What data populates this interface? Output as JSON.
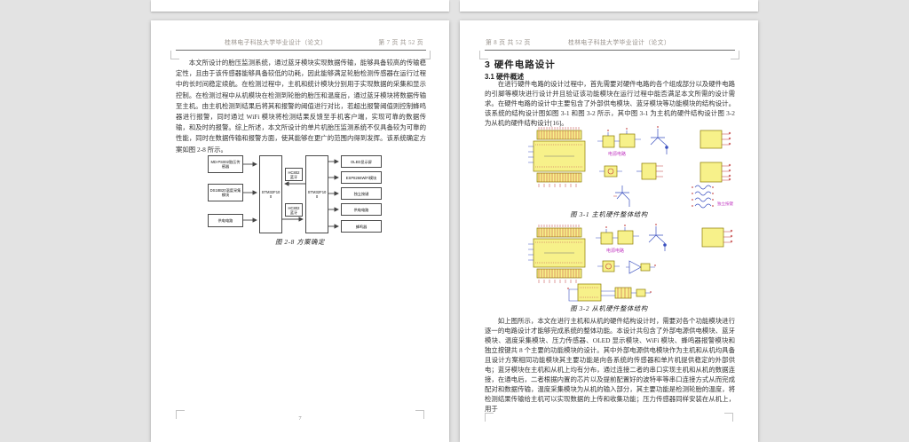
{
  "left_page": {
    "header": {
      "title": "桂林电子科技大学毕业设计（论文）",
      "page_info": "第 7 页  共 52 页"
    },
    "body": "本文所设计的胎压监测系统，通过蓝牙模块实现数据传输，能够具备较高的传输稳定性，且由于该传感器能够具备较低的功耗，因此能够满足轮胎检测传感器在运行过程中的长时间稳定续航。在检测过程中，主机和统计模块分别用于实现数据的采集和显示控制。在检测过程中从机模块在检测到轮胎的胎压和温度后，通过蓝牙模块将数据传输至主机。由主机检测到结果后将其和报警的阈值进行对比，若超出报警阈值则控制蜂鸣器进行报警，同时通过 WiFi 模块将检测结果反馈至手机客户端，实现可靠的数据传输，和及时的报警。综上所述，本文所设计的单片机胎压监测系统不仅具备较为可靠的性能，同时在数据传输和报警方面，使其能够在更广的范围内得到发挥。该系统确定方案如图 2-8 所示。",
    "figure": {
      "caption": "图 2-8  方案确定",
      "inputs": [
        "MD-PS002胎压传感器",
        "DS18B20温度采集模块",
        "供电电路"
      ],
      "mcu_master": "STM32F100",
      "mcu_slave": "STM32F100",
      "bt_top": "HC802蓝牙",
      "bt_bottom": "HC802蓝牙",
      "outputs": [
        "OLED显示屏",
        "ESP8266WiFi模块",
        "独立按键",
        "供电电路",
        "蜂鸣器"
      ]
    },
    "page_number": "7"
  },
  "right_page": {
    "header": {
      "page_info": "第 8 页  共 52 页",
      "title": "桂林电子科技大学毕业设计（论文）"
    },
    "heading": "3  硬件电路设计",
    "subheading": "3.1 硬件概述",
    "para1": "在进行硬件电路的设计过程中，首先需要对硬件电路的各个组成部分以及硬件电路的引脚等模块进行设计并且验证该功能模块在运行过程中能否满足本文所需的设计需求。在硬件电路的设计中主要包含了外部供电模块、蓝牙模块等功能模块的结构设计。该系统的结构设计图如图 3-1 和图 3-2 所示，其中图 3-1 为主机的硬件结构设计图 3-2 为从机的硬件结构设计[16]。",
    "figure1": {
      "caption": "图 3-1 主机硬件整体结构",
      "label_power": "电源电路",
      "label_keys": "独立按键"
    },
    "figure2": {
      "caption": "图 3-2 从机硬件整体结构",
      "label_power": "电源电路"
    },
    "para2": "如上图所示，本文在进行主机和从机的硬件结构设计时，需要对各个功能模块进行逐一的电路设计才能够完成系统的整体功能。本设计共包含了外部电源供电模块、蓝牙模块、温度采集模块、压力传感器、OLED 显示模块、WiFi 模块、蜂鸣器报警模块和独立按键共 8 个主要的功能模块的设计。其中外部电源供电模块作为主机和从机均具备且设计方案相同功能模块其主要功能是向各系统的传感器和单片机提供稳定的外部供电；蓝牙模块在主机和从机上均有分布，通过连接二者的串口实现主机和从机的数据连接，在通电后，二者根据内置的芯片以及提前配置好的波特率等串口连接方式从而完成配对和数据传输，温度采集模块为从机的输入部分，其主要功能是检测轮胎的温度，将检测结果传输给主机可以实现数据的上传和收集功能；压力传感器同样安装在从机上，用于"
  },
  "colors": {
    "background": "#e3e3e3",
    "page": "#ffffff",
    "schematic_yellow": "#f7f18a",
    "schematic_outline": "#8a7a00",
    "wire_blue": "#3a50c0",
    "pin_red": "#c03a3a",
    "label_magenta": "#c23ac2"
  }
}
